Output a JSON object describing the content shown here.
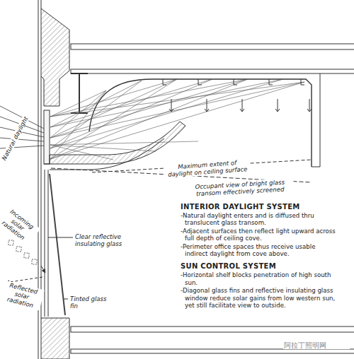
{
  "diagram": {
    "labels": [
      "Natural daylight",
      "Maximum extent of daylight on ceiling surface",
      "Occupant view of bright glass transom effectively screened",
      "INTERIOR DAYLIGHT SYSTEM",
      "-Natural daylight enters and is diffused thru translucent glass transom.",
      "-Adjacent surfaces then reflect light upward across full depth of ceiling cove.",
      "-Perimeter office spaces thus receive usable indirect daylight from cove above.",
      "SUN CONTROL SYSTEM",
      "-Horizontal shelf blocks penetration of high south sun.",
      "-Diagonal glass fins and reflective insulating glass window reduce solar gains from low western sun, yet still facilitate view to outside.",
      "Incoming solar radiation",
      "Reflected solar radiation",
      "Clear reflective insulating glass",
      "Tinted glass fin",
      "阿拉丁照明网"
    ]
  }
}
